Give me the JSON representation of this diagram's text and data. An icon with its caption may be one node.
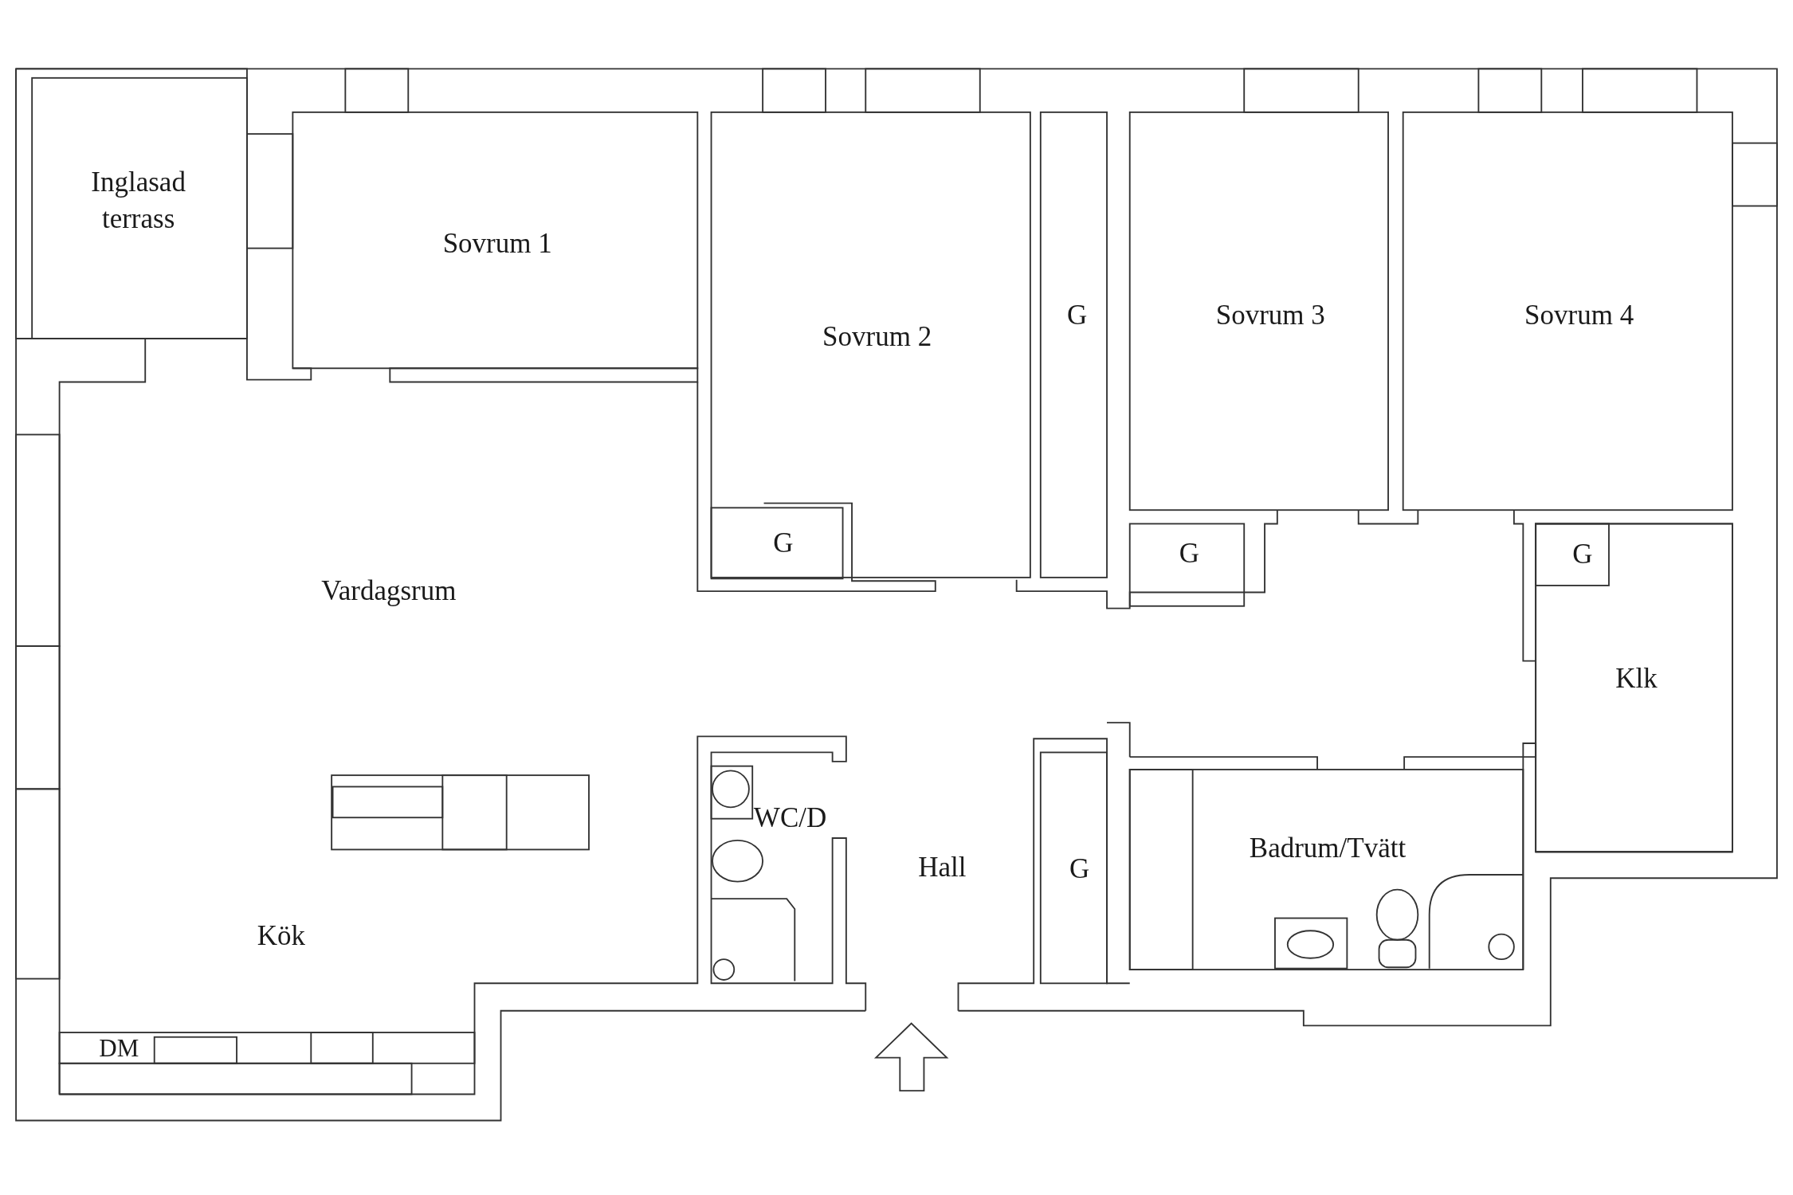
{
  "diagram": {
    "labels": [
      "Inglasad terrass",
      "Sovrum 1",
      "Sovrum 2",
      "G",
      "Sovrum 3",
      "Sovrum 4",
      "G",
      "G",
      "G",
      "Vardagsrum",
      "Klk",
      "WC/D",
      "Badrum/Tvätt",
      "Hall",
      "G",
      "Kök",
      "DM"
    ]
  }
}
